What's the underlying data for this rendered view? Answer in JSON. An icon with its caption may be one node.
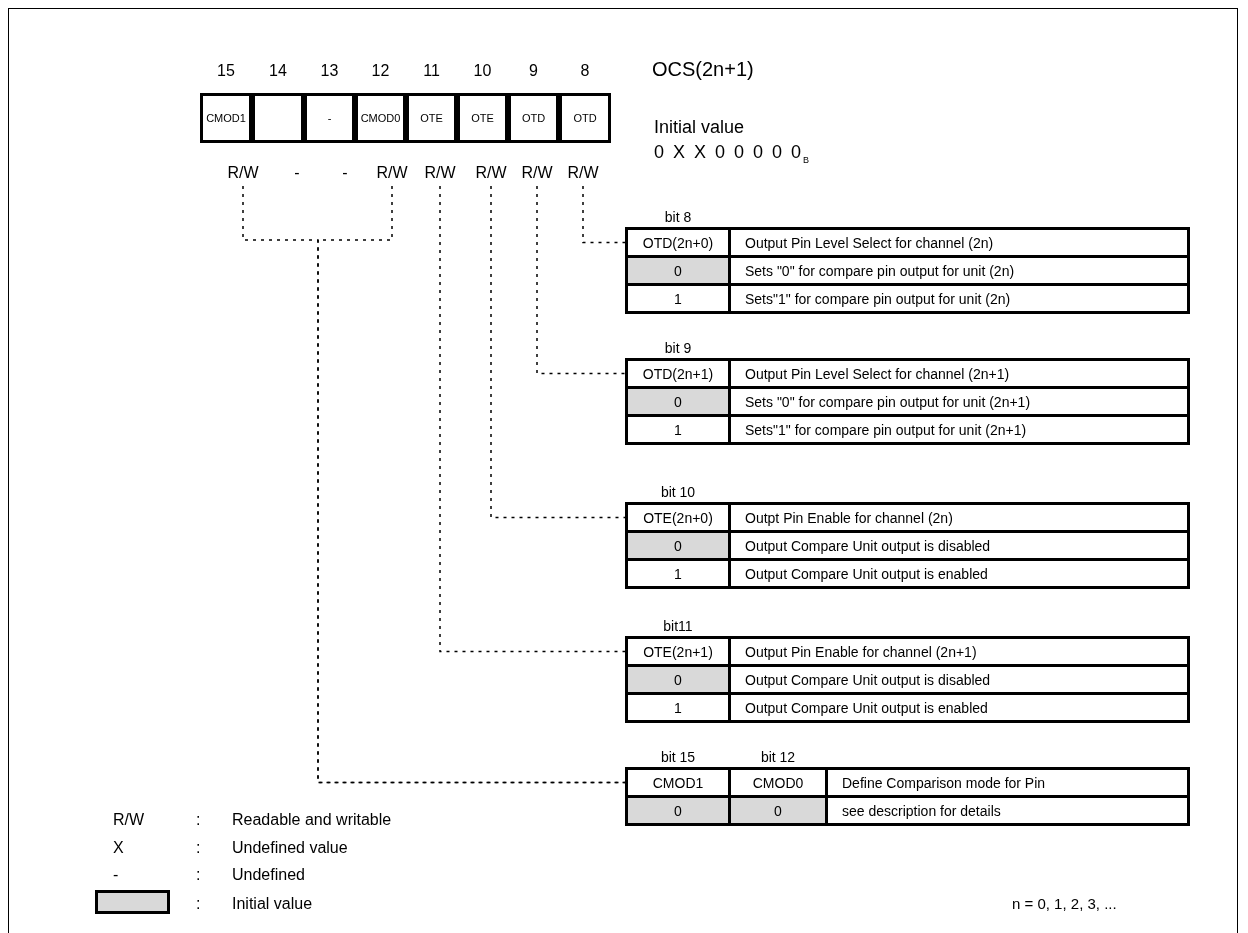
{
  "diagram": {
    "title": "OCS(2n+1)",
    "nodes": [
      {
        "text": [
          "CMOD1"
        ],
        "beside": [
          "15"
        ]
      },
      {
        "text": [],
        "shape": "box",
        "beside": [
          "14"
        ]
      },
      {
        "text": [
          "-"
        ],
        "beside": [
          "13"
        ]
      },
      {
        "text": [
          "CMOD0"
        ],
        "beside": [
          "12"
        ]
      },
      {
        "text": [
          "OTE"
        ],
        "beside": [
          "11"
        ]
      },
      {
        "text": [
          "OTE"
        ],
        "beside": [
          "10"
        ]
      },
      {
        "text": [
          "OTD"
        ],
        "beside": [
          "9"
        ]
      },
      {
        "text": [
          "OTD"
        ],
        "beside": [
          "8"
        ]
      },
      {
        "text": [
          "R/W"
        ]
      },
      {
        "text": [
          "-"
        ]
      },
      {
        "text": [
          "-"
        ]
      },
      {
        "text": [
          "R/W"
        ]
      },
      {
        "text": [
          "R/W"
        ]
      },
      {
        "text": [
          "R/W"
        ]
      },
      {
        "text": [
          "R/W"
        ]
      },
      {
        "text": [
          "R/W"
        ]
      },
      {
        "text": [
          "bit 8",
          "OTD(2n+0)",
          "Output Pin Level Select for channel (2n)",
          "0",
          "Sets \"0\" for compare pin output for unit (2n)",
          "1",
          "Sets\"1\" for compare pin output for unit (2n)"
        ]
      },
      {
        "text": [
          "bit 9",
          "OTD(2n+1)",
          "Output Pin Level Select for channel (2n+1)",
          "0",
          "Sets \"0\" for compare pin output for unit (2n+1)",
          "1",
          "Sets\"1\" for compare pin output for unit (2n+1)"
        ]
      },
      {
        "text": [
          "bit 10",
          "OTE(2n+0)",
          "Outpt Pin Enable for channel (2n)",
          "0",
          "Output Compare Unit output is disabled",
          "1",
          "Output Compare Unit output is enabled"
        ]
      },
      {
        "text": [
          "bit11",
          "OTE(2n+1)",
          "Output Pin Enable for channel (2n+1)",
          "0",
          "Output Compare Unit output is disabled",
          "1",
          "Output Compare Unit output is enabled"
        ]
      },
      {
        "text": [
          "bit 15",
          "bit 12",
          "CMOD1",
          "CMOD0",
          "Define Comparison mode for Pin",
          "0",
          "0",
          "see description for details"
        ]
      }
    ],
    "edges": [
      {
        "from": 15,
        "to": 16,
        "arrow": "none",
        "style": "dashed"
      },
      {
        "from": 14,
        "to": 17,
        "arrow": "none",
        "style": "dashed"
      },
      {
        "from": 13,
        "to": 18,
        "arrow": "none",
        "style": "dashed"
      },
      {
        "from": 12,
        "to": 19,
        "arrow": "none",
        "style": "dashed"
      },
      {
        "from": 8,
        "to": 20,
        "arrow": "none",
        "style": "dashed"
      },
      {
        "from": 11,
        "to": 20,
        "arrow": "none",
        "style": "dashed"
      }
    ],
    "labels": [
      "Initial value",
      "0 X X 0 0 0 0 0$_{B}$",
      "R/W",
      ":",
      "Readable and writable",
      "X",
      ":",
      "Undefined value",
      "-",
      ":",
      "Undefined",
      ":",
      "n = 0, 1, 2, 3, ..."
    ],
    "legend": [
      {
        "text": "Initial value",
        "color": "#d9d9d9"
      }
    ]
  }
}
